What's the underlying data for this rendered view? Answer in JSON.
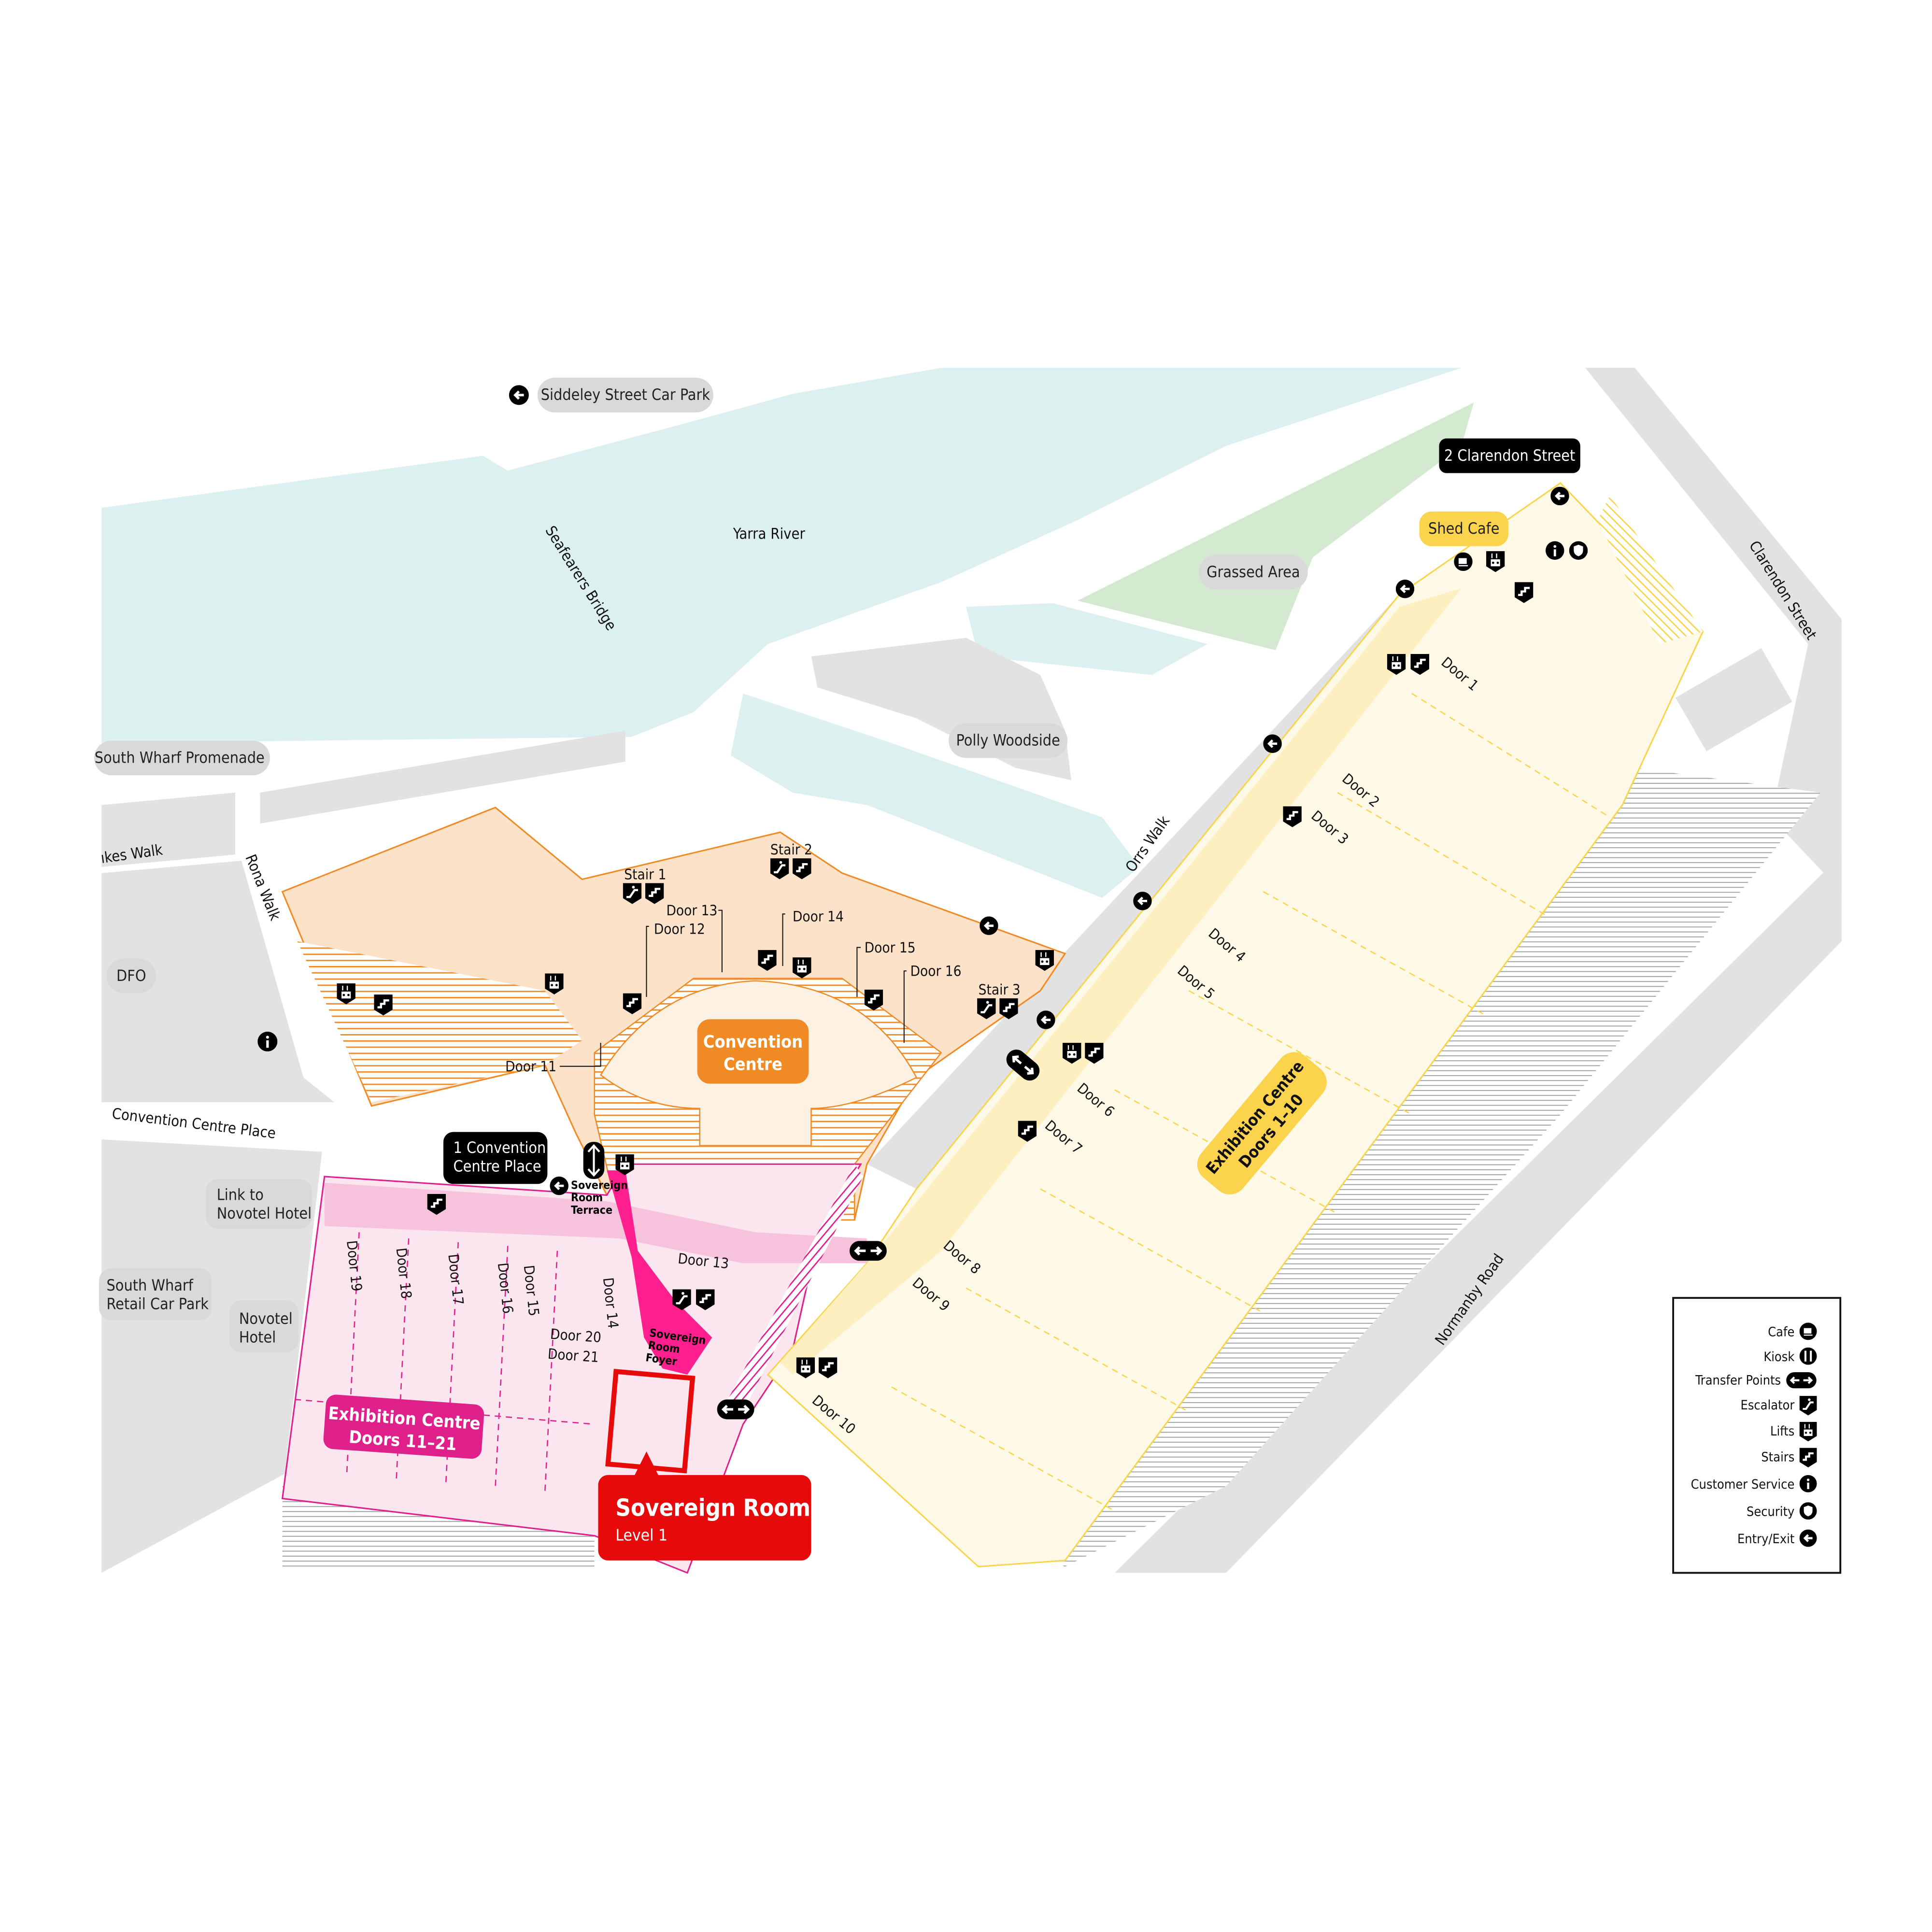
{
  "places": {
    "car_park": "Siddeley Street Car Park",
    "river": "Yarra River",
    "bridge": "Seafearers Bridge",
    "clarendon_2": "2 Clarendon Street",
    "shed_cafe": "Shed Cafe",
    "grassed_area": "Grassed Area",
    "clarendon_street": "Clarendon Street",
    "promenade": "South Wharf Promenade",
    "polly_woodside": "Polly Woodside",
    "lakes_walk": "ıkes Walk",
    "rona_walk": "Rona Walk",
    "orrs_walk": "Orrs Walk",
    "dfo": "DFO",
    "cc_place_road": "Convention Centre Place",
    "cc_place_1_line1": "1 Convention",
    "cc_place_1_line2": "Centre Place",
    "link_novotel_line1": "Link to",
    "link_novotel_line2": "Novotel Hotel",
    "retail_carpark_line1": "South Wharf",
    "retail_carpark_line2": "Retail Car Park",
    "novotel_line1": "Novotel",
    "novotel_line2": "Hotel",
    "normanby_road": "Normanby Road"
  },
  "convention": {
    "title_line1": "Convention",
    "title_line2": "Centre",
    "stair1": "Stair 1",
    "stair2": "Stair 2",
    "stair3": "Stair 3",
    "doors": [
      "Door 11",
      "Door 12",
      "Door 13",
      "Door 14",
      "Door 15",
      "Door 16"
    ]
  },
  "exhibition_south": {
    "title_line1": "Exhibition Centre",
    "title_line2": "Doors 11–21",
    "terrace": [
      "Sovereign",
      "Room",
      "Terrace"
    ],
    "foyer": [
      "Sovereign",
      "Room",
      "Foyer"
    ],
    "doors": {
      "d13": "Door 13",
      "d14": "Door 14",
      "d15": "Door 15",
      "d16": "Door 16",
      "d17": "Door 17",
      "d18": "Door 18",
      "d19": "Door 19",
      "d20": "Door 20",
      "d21": "Door 21"
    }
  },
  "exhibition_north": {
    "title_line1": "Exhibition Centre",
    "title_line2": "Doors 1–10",
    "doors": [
      "Door 1",
      "Door 2",
      "Door 3",
      "Door 4",
      "Door 5",
      "Door 6",
      "Door 7",
      "Door 8",
      "Door 9",
      "Door 10"
    ]
  },
  "callout": {
    "title": "Sovereign Room",
    "subtitle": "Level 1"
  },
  "legend": {
    "items": [
      {
        "label": "Cafe",
        "icon": "cafe-icon"
      },
      {
        "label": "Kiosk",
        "icon": "kiosk-icon"
      },
      {
        "label": "Transfer Points",
        "icon": "transfer-icon"
      },
      {
        "label": "Escalator",
        "icon": "escalator-icon"
      },
      {
        "label": "Lifts",
        "icon": "lift-icon"
      },
      {
        "label": "Stairs",
        "icon": "stairs-icon"
      },
      {
        "label": "Customer Service",
        "icon": "info-icon"
      },
      {
        "label": "Security",
        "icon": "security-icon"
      },
      {
        "label": "Entry/Exit",
        "icon": "entry-exit-icon"
      }
    ]
  },
  "colors": {
    "water": "#dcf0f0",
    "grass": "#d4ead0",
    "ground": "#e2e2e2",
    "convention_fill": "#fbe2c8",
    "convention_stroke": "#f08a24",
    "convention_label": "#f08a24",
    "exhibition_north_fill": "#fef8e6",
    "exhibition_north_stroke": "#f8d54c",
    "exhibition_north_label": "#fcd34d",
    "exhibition_south_fill": "#fbe6f0",
    "exhibition_south_stroke": "#e0208a",
    "exhibition_south_label": "#e0208a",
    "foyer": "#ff1f8e",
    "callout": "#e60a0a"
  }
}
